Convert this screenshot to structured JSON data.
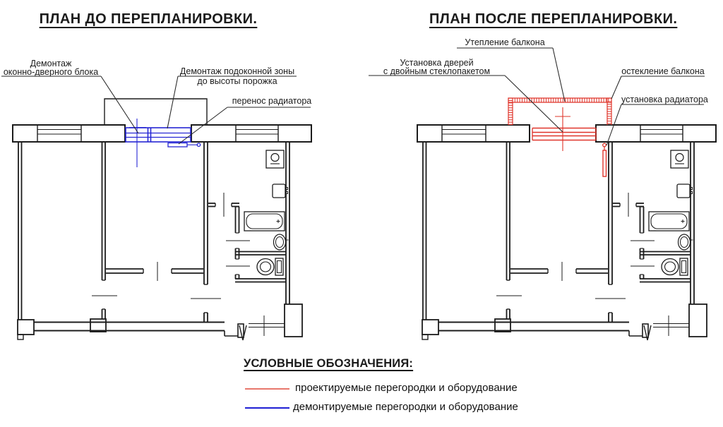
{
  "titles": {
    "before": "ПЛАН ДО ПЕРЕПЛАНИРОВКИ.",
    "after": "ПЛАН ПОСЛЕ ПЕРЕПЛАНИРОВКИ."
  },
  "annotations": {
    "before": [
      {
        "id": "demolish-window-door-block",
        "lines": [
          "Демонтаж",
          "оконно-дверного блока"
        ]
      },
      {
        "id": "demolish-sill-zone",
        "lines": [
          "Демонтаж подоконной зоны",
          "до высоты порожка"
        ]
      },
      {
        "id": "relocate-radiator",
        "lines": [
          "перенос радиатора"
        ]
      }
    ],
    "after": [
      {
        "id": "balcony-insulation",
        "lines": [
          "Утепление балкона"
        ]
      },
      {
        "id": "install-doors",
        "lines": [
          "Установка дверей",
          "с двойным стеклопакетом"
        ]
      },
      {
        "id": "balcony-glazing",
        "lines": [
          "остекление балкона"
        ]
      },
      {
        "id": "install-radiator",
        "lines": [
          "установка радиатора"
        ]
      }
    ]
  },
  "legend": {
    "title": "УСЛОВНЫЕ ОБОЗНАЧЕНИЯ:",
    "items": [
      {
        "label": "проектируемые перегородки и оборудование",
        "color": "#e04a3c",
        "meaning": "new"
      },
      {
        "label": "демонтируемые перегородки и оборудование",
        "color": "#2a2ad6",
        "meaning": "demolished"
      }
    ]
  },
  "colors": {
    "new": "#df342a",
    "demolished": "#2626d4",
    "drawing": "#1c1c1c",
    "leader": "#262626",
    "background": "#ffffff"
  }
}
